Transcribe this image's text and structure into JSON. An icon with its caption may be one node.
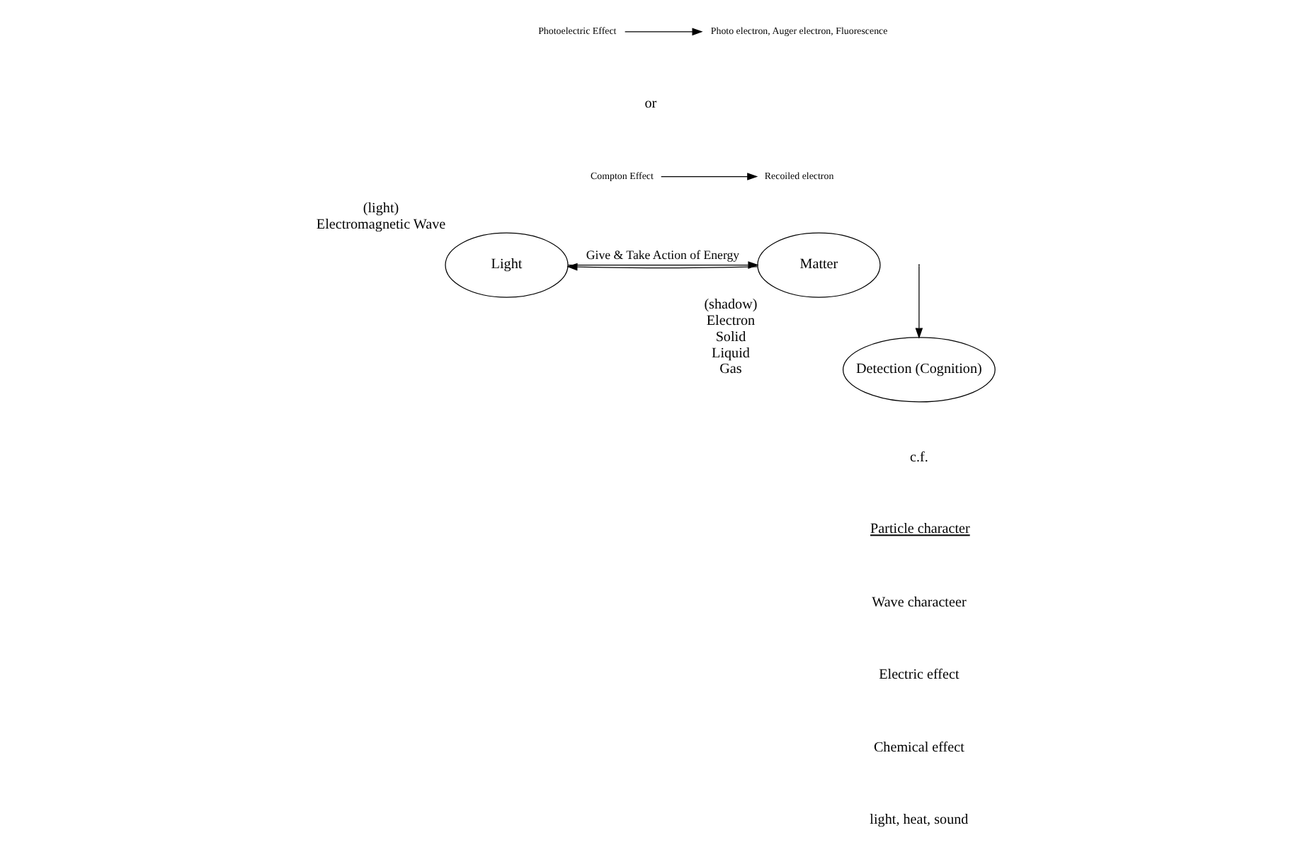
{
  "diagram": {
    "nodes": [
      {
        "text": [
          "Photoelectric Effect"
        ]
      },
      {
        "text": [
          "Photo electron, Auger electron, Fluorescence"
        ]
      },
      {
        "text": [
          "Compton Effect"
        ]
      },
      {
        "text": [
          "Recoiled electron"
        ]
      },
      {
        "text": [
          "Light"
        ],
        "beside": [
          "(light)",
          "Electromagnetic Wave"
        ]
      },
      {
        "text": [
          "Matter"
        ],
        "beside": [
          "(shadow)",
          "Electron",
          "Solid",
          "Liquid",
          "Gas"
        ]
      },
      {
        "text": [
          "Detection (Cognition)"
        ]
      }
    ],
    "edges": [
      {
        "from": 0,
        "to": 1,
        "arrow": "to"
      },
      {
        "from": 2,
        "to": 3,
        "arrow": "to"
      },
      {
        "from": 4,
        "to": 5,
        "arrow": "to",
        "label": "Give & Take Action of Energy"
      },
      {
        "from": 5,
        "to": 4,
        "arrow": "to"
      },
      {
        "from": null,
        "to": 6,
        "arrow": "to"
      }
    ],
    "labels": [
      "or",
      "c.f.",
      "Particle character",
      "Wave characteer",
      "Electric effect",
      "Chemical effect",
      "light, heat, sound"
    ]
  }
}
